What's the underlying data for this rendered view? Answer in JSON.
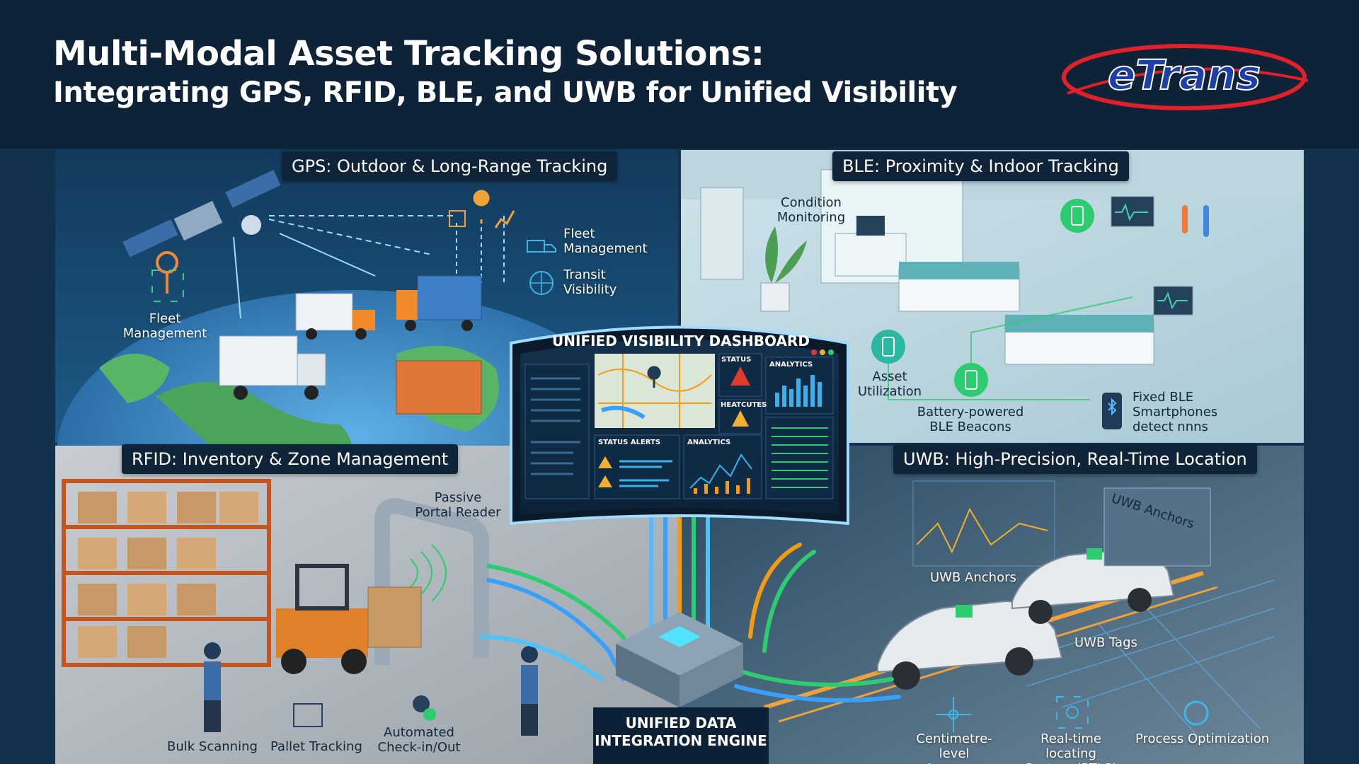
{
  "header": {
    "title_line1": "Multi-Modal Asset Tracking Solutions:",
    "title_line2": "Integrating GPS, RFID, BLE, and UWB for Unified Visibility",
    "logo_text": "eTrans"
  },
  "gps": {
    "title": "GPS: Outdoor & Long-Range Tracking",
    "fleet_left": "Fleet\nManagement",
    "fleet_right": "Fleet\nManagement",
    "transit": "Transit\nVisibility"
  },
  "ble": {
    "title": "BLE: Proximity & Indoor Tracking",
    "condition": "Condition\nMonitoring",
    "asset": "Asset\nUtilization",
    "beacons": "Battery-powered\nBLE Beacons",
    "fixed": "Fixed BLE\nSmartphones\ndetect nnns"
  },
  "rfid": {
    "title": "RFID: Inventory & Zone Management",
    "portal": "Passive\nPortal Reader",
    "bulk": "Bulk Scanning",
    "pallet": "Pallet Tracking",
    "checkin": "Automated\nCheck-in/Out"
  },
  "uwb": {
    "title": "UWB: High-Precision, Real-Time Location",
    "anchors_wall": "UWB Anchors",
    "anchors": "UWB Anchors",
    "tags": "UWB Tags",
    "accuracy": "Centimetre-level\nAccuracy",
    "rtls": "Real-time locating\nSystem (RTLS)",
    "process": "Process Optimization"
  },
  "dashboard": {
    "title": "UNIFIED VISIBILITY DASHBOARD",
    "status": "STATUS",
    "analytics": "ANALYTICS",
    "heat": "HEATCUTES",
    "status_alerts": "STATUS ALERTS",
    "analytics2": "ANALYTICS"
  },
  "engine": {
    "title": "UNIFIED DATA\nINTEGRATION ENGINE"
  },
  "colors": {
    "header_bg": "#0e2238",
    "accent_green": "#2ecc71",
    "accent_orange": "#f39c12",
    "accent_blue": "#3aa0ff",
    "logo_blue": "#1d3fa8",
    "logo_red": "#e0202a"
  }
}
